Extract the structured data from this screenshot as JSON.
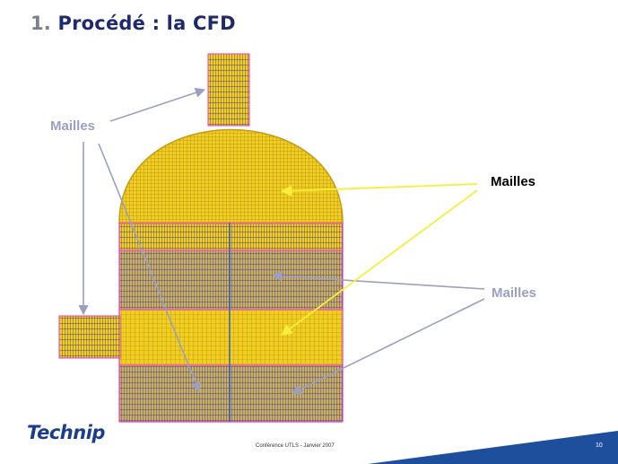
{
  "slide": {
    "title_number": "1.",
    "title_text": "Procédé : la CFD",
    "labels": {
      "top_left": "Mailles",
      "right_top": "Mailles",
      "right_middle": "Mailles"
    },
    "logo": "Technip",
    "footer": "Conférence UTLS - Janvier 2007",
    "page_number": "10"
  },
  "colors": {
    "title": "#1f2a6b",
    "mesh_yellow": "#f2cf1f",
    "mesh_dark": "#6b4fb0",
    "mesh_node": "#e23bd0",
    "arrow_grey": "#9a9fc4",
    "arrow_yellow": "#f5ef3a",
    "footer_band": "#1d4f9c"
  }
}
